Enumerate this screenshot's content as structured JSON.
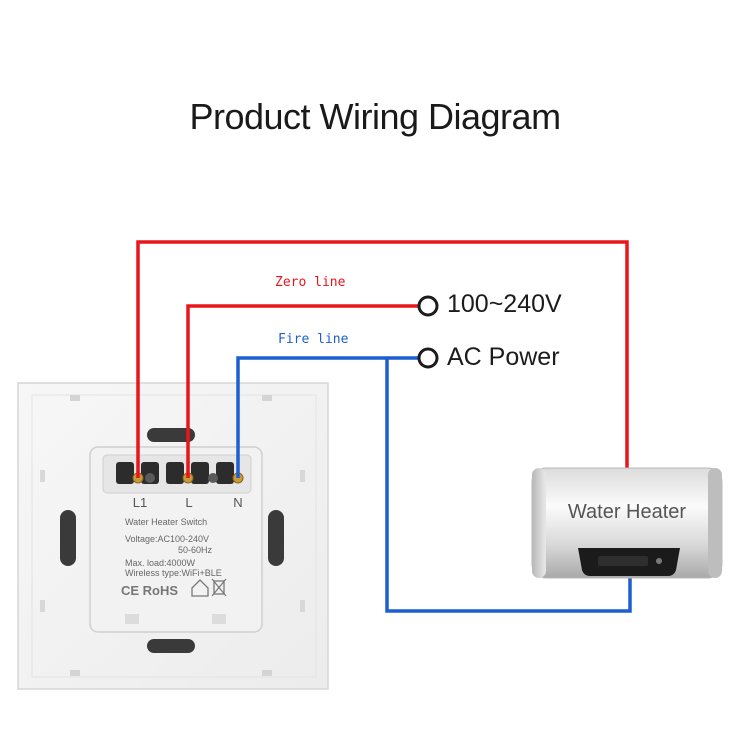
{
  "title": "Product Wiring Diagram",
  "wire_labels": {
    "zero_line": "Zero line",
    "fire_line": "Fire line"
  },
  "power": {
    "voltage": "100~240V",
    "type": "AC Power"
  },
  "switch": {
    "terminals": [
      "L1",
      "L",
      "N"
    ],
    "name": "Water Heater Switch",
    "voltage": "Voltage:AC100-240V",
    "frequency": "50-60Hz",
    "max_load": "Max. load:4000W",
    "wireless": "Wireless type:WiFi+BLE",
    "certifications": "CE RoHS"
  },
  "heater": {
    "label": "Water Heater"
  },
  "colors": {
    "zero_line": "#e8161b",
    "fire_line": "#1d5fd0",
    "panel": "#f4f4f4"
  }
}
